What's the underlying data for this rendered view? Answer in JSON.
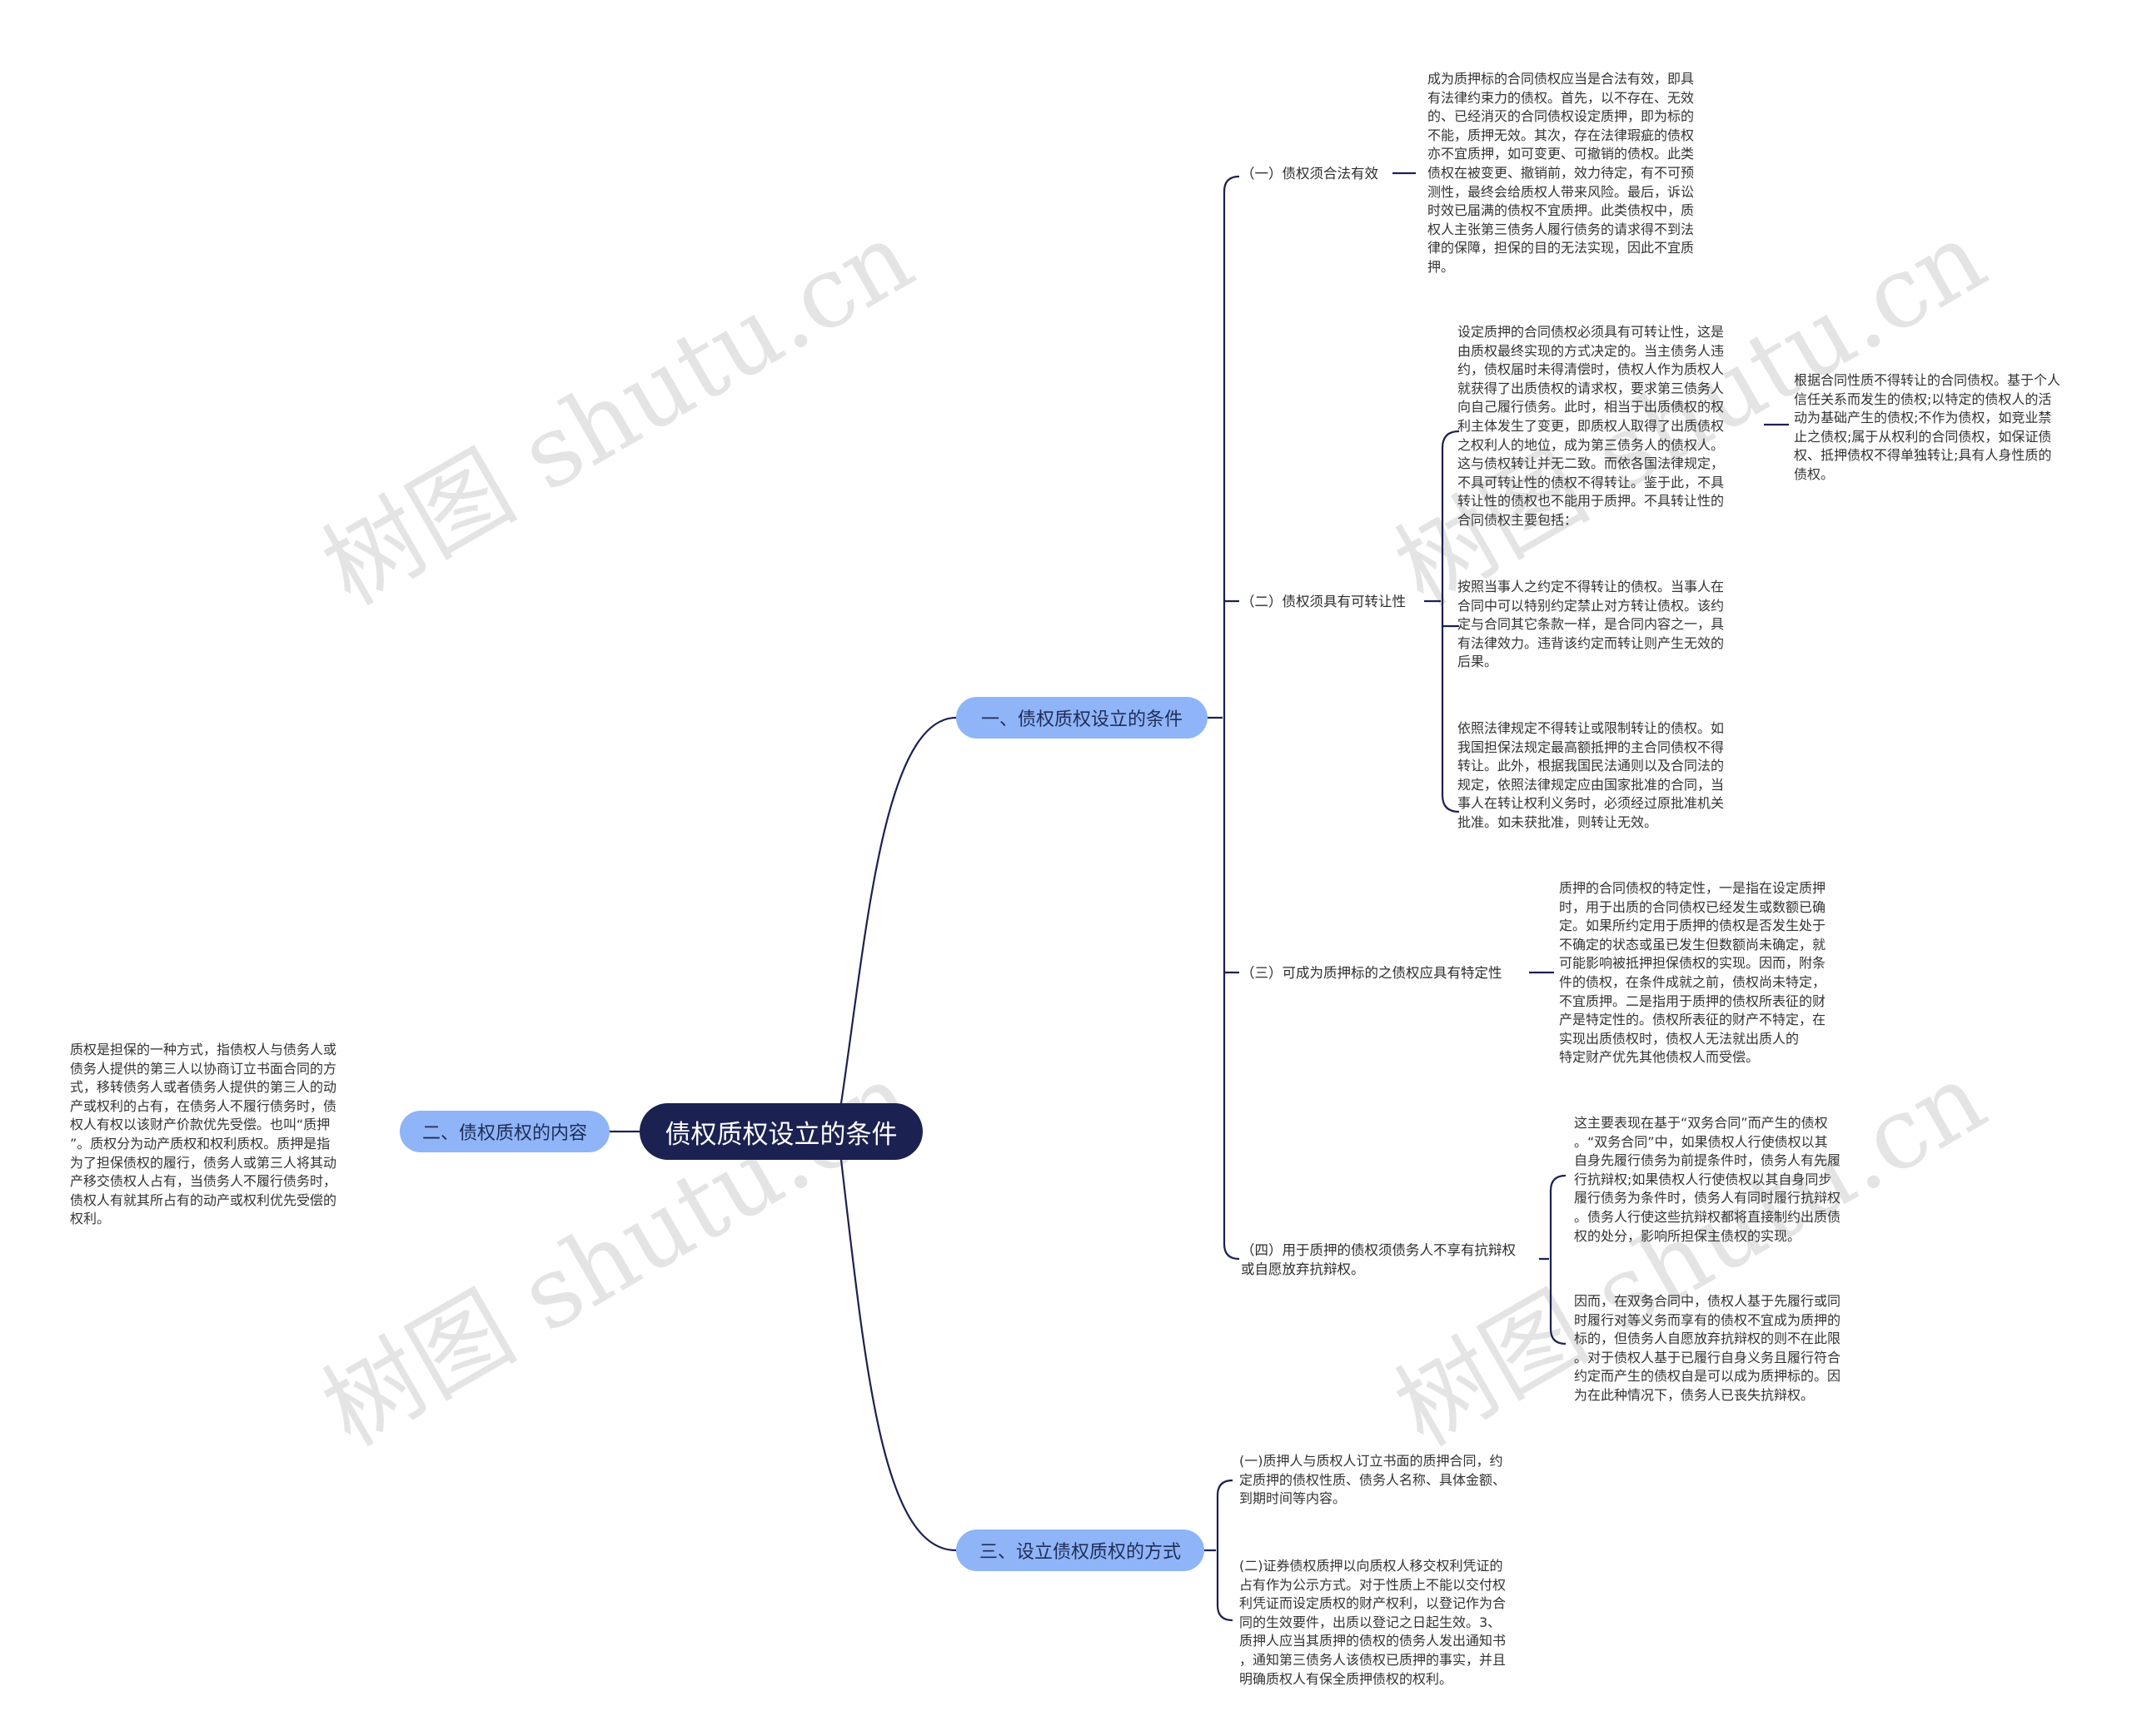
{
  "watermark": "树图 shutu.cn",
  "central": "债权质权设立的条件",
  "branches": {
    "b1": "一、债权质权设立的条件",
    "b2": "二、债权质权的内容",
    "b3": "三、设立债权质权的方式"
  },
  "subs": {
    "s1": "（一）债权须合法有效",
    "s2": "（二）债权须具有可转让性",
    "s3": "（三）可成为质押标的之债权应具有特定性",
    "s4_line1": "（四）用于质押的债权须债务人不享有抗辩权",
    "s4_line2": "或自愿放弃抗辩权。"
  },
  "leaves": {
    "l_s1": [
      "成为质押标的合同债权应当是合法有效，即具",
      "有法律约束力的债权。首先，以不存在、无效",
      "的、已经消灭的合同债权设定质押，即为标的",
      "不能，质押无效。其次，存在法律瑕疵的债权",
      "亦不宜质押，如可变更、可撤销的债权。此类",
      "债权在被变更、撤销前，效力待定，有不可预",
      "测性，最终会给质权人带来风险。最后，诉讼",
      "时效已届满的债权不宜质押。此类债权中，质",
      "权人主张第三债务人履行债务的请求得不到法",
      "律的保障，担保的目的无法实现，因此不宜质",
      "押。"
    ],
    "l_s2a": [
      "设定质押的合同债权必须具有可转让性，这是",
      "由质权最终实现的方式决定的。当主债务人违",
      "约，债权届时未得清偿时，债权人作为质权人",
      "就获得了出质债权的请求权，要求第三债务人",
      "向自己履行债务。此时，相当于出质债权的权",
      "利主体发生了变更，即质权人取得了出质债权",
      "之权利人的地位，成为第三债务人的债权人。",
      "这与债权转让并无二致。而依各国法律规定，",
      "不具可转让性的债权不得转让。鉴于此，不具",
      "转让性的债权也不能用于质押。不具转让性的",
      "合同债权主要包括："
    ],
    "l_s2a_child": [
      "根据合同性质不得转让的合同债权。基于个人",
      "信任关系而发生的债权;以特定的债权人的活",
      "动为基础产生的债权;不作为债权，如竞业禁",
      "止之债权;属于从权利的合同债权，如保证债",
      "权、抵押债权不得单独转让;具有人身性质的",
      "债权。"
    ],
    "l_s2b": [
      "按照当事人之约定不得转让的债权。当事人在",
      "合同中可以特别约定禁止对方转让债权。该约",
      "定与合同其它条款一样，是合同内容之一，具",
      "有法律效力。违背该约定而转让则产生无效的",
      "后果。"
    ],
    "l_s2c": [
      "依照法律规定不得转让或限制转让的债权。如",
      "我国担保法规定最高额抵押的主合同债权不得",
      "转让。此外，根据我国民法通则以及合同法的",
      "规定，依照法律规定应由国家批准的合同，当",
      "事人在转让权利义务时，必须经过原批准机关",
      "批准。如未获批准，则转让无效。"
    ],
    "l_s3": [
      "质押的合同债权的特定性，一是指在设定质押",
      "时，用于出质的合同债权已经发生或数额已确",
      "定。如果所约定用于质押的债权是否发生处于",
      "不确定的状态或虽已发生但数额尚未确定，就",
      "可能影响被抵押担保债权的实现。因而，附条",
      "件的债权，在条件成就之前，债权尚未特定，",
      "不宜质押。二是指用于质押的债权所表征的财",
      "产是特定性的。债权所表征的财产不特定，在",
      "实现出质债权时，债权人无法就出质人的",
      "特定财产优先其他债权人而受偿。"
    ],
    "l_s4a": [
      "这主要表现在基于“双务合同”而产生的债权",
      "。“双务合同”中，如果债权人行使债权以其",
      "自身先履行债务为前提条件时，债务人有先履",
      "行抗辩权;如果债权人行使债权以其自身同步",
      "履行债务为条件时，债务人有同时履行抗辩权",
      "。债务人行使这些抗辩权都将直接制约出质债",
      "权的处分，影响所担保主债权的实现。"
    ],
    "l_s4b": [
      "因而，在双务合同中，债权人基于先履行或同",
      "时履行对等义务而享有的债权不宜成为质押的",
      "标的，但债务人自愿放弃抗辩权的则不在此限",
      "。对于债权人基于已履行自身义务且履行符合",
      "约定而产生的债权自是可以成为质押标的。因",
      "为在此种情况下，债务人已丧失抗辩权。"
    ],
    "l_b2": [
      "质权是担保的一种方式，指债权人与债务人或",
      "债务人提供的第三人以协商订立书面合同的方",
      "式，移转债务人或者债务人提供的第三人的动",
      "产或权利的占有，在债务人不履行债务时，债",
      "权人有权以该财产价款优先受偿。也叫“质押",
      "”。质权分为动产质权和权利质权。质押是指",
      "为了担保债权的履行，债务人或第三人将其动",
      "产移交债权人占有，当债务人不履行债务时，",
      "债权人有就其所占有的动产或权利优先受偿的",
      "权利。"
    ],
    "l_b3a": [
      "(一)质押人与质权人订立书面的质押合同，约",
      "定质押的债权性质、债务人名称、具体金额、",
      "到期时间等内容。"
    ],
    "l_b3b": [
      "(二)证券债权质押以向质权人移交权利凭证的",
      "占有作为公示方式。对于性质上不能以交付权",
      "利凭证而设定质权的财产权利，以登记作为合",
      "同的生效要件，出质以登记之日起生效。3、",
      "质押人应当其质押的债权的债务人发出通知书",
      "，通知第三债务人该债权已质押的事实，并且",
      "明确质权人有保全质押债权的权利。"
    ]
  }
}
